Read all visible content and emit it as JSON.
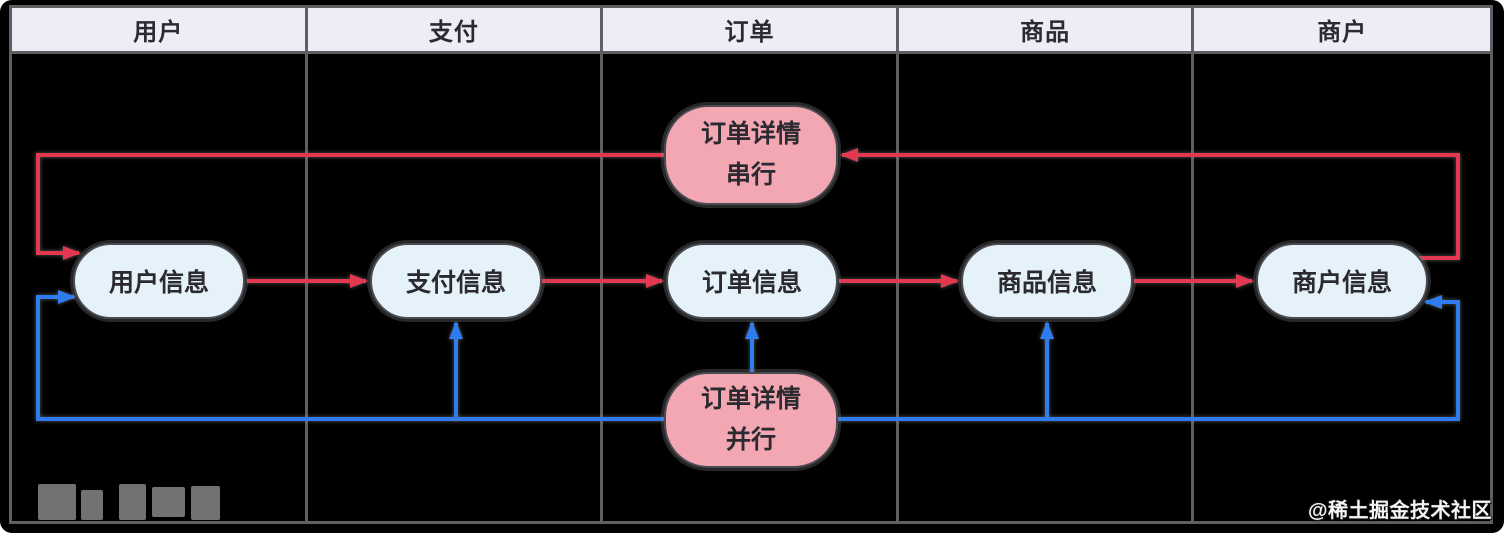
{
  "lanes": [
    {
      "label": "用户"
    },
    {
      "label": "支付"
    },
    {
      "label": "订单"
    },
    {
      "label": "商品"
    },
    {
      "label": "商户"
    }
  ],
  "nodes": {
    "serial": {
      "line1": "订单详情",
      "line2": "串行",
      "fill": "#f2a7b3"
    },
    "parallel": {
      "line1": "订单详情",
      "line2": "并行",
      "fill": "#f2a7b3"
    },
    "user": {
      "label": "用户信息",
      "fill": "#e6f2fa"
    },
    "payment": {
      "label": "支付信息",
      "fill": "#e6f2fa"
    },
    "order": {
      "label": "订单信息",
      "fill": "#e6f2fa"
    },
    "product": {
      "label": "商品信息",
      "fill": "#e6f2fa"
    },
    "merchant": {
      "label": "商户信息",
      "fill": "#e6f2fa"
    }
  },
  "flows": {
    "serial": {
      "color": "#e23850"
    },
    "parallel": {
      "color": "#2e7cef"
    }
  },
  "edges": [
    {
      "from": "订单详情串行",
      "to": "用户信息",
      "flow": "serial"
    },
    {
      "from": "用户信息",
      "to": "支付信息",
      "flow": "serial"
    },
    {
      "from": "支付信息",
      "to": "订单信息",
      "flow": "serial"
    },
    {
      "from": "订单信息",
      "to": "商品信息",
      "flow": "serial"
    },
    {
      "from": "商品信息",
      "to": "商户信息",
      "flow": "serial"
    },
    {
      "from": "商户信息",
      "to": "订单详情串行",
      "flow": "serial"
    },
    {
      "from": "订单详情并行",
      "to": "用户信息",
      "flow": "parallel"
    },
    {
      "from": "订单详情并行",
      "to": "支付信息",
      "flow": "parallel"
    },
    {
      "from": "订单详情并行",
      "to": "订单信息",
      "flow": "parallel"
    },
    {
      "from": "订单详情并行",
      "to": "商品信息",
      "flow": "parallel"
    },
    {
      "from": "订单详情并行",
      "to": "商户信息",
      "flow": "parallel"
    }
  ],
  "colors": {
    "background": "#000000",
    "lane_border": "#5e5e63",
    "header_bg": "#ededf7",
    "node_border": "#4a4a52"
  },
  "watermark": {
    "bottom_right": "@稀土掘金技术社区"
  }
}
